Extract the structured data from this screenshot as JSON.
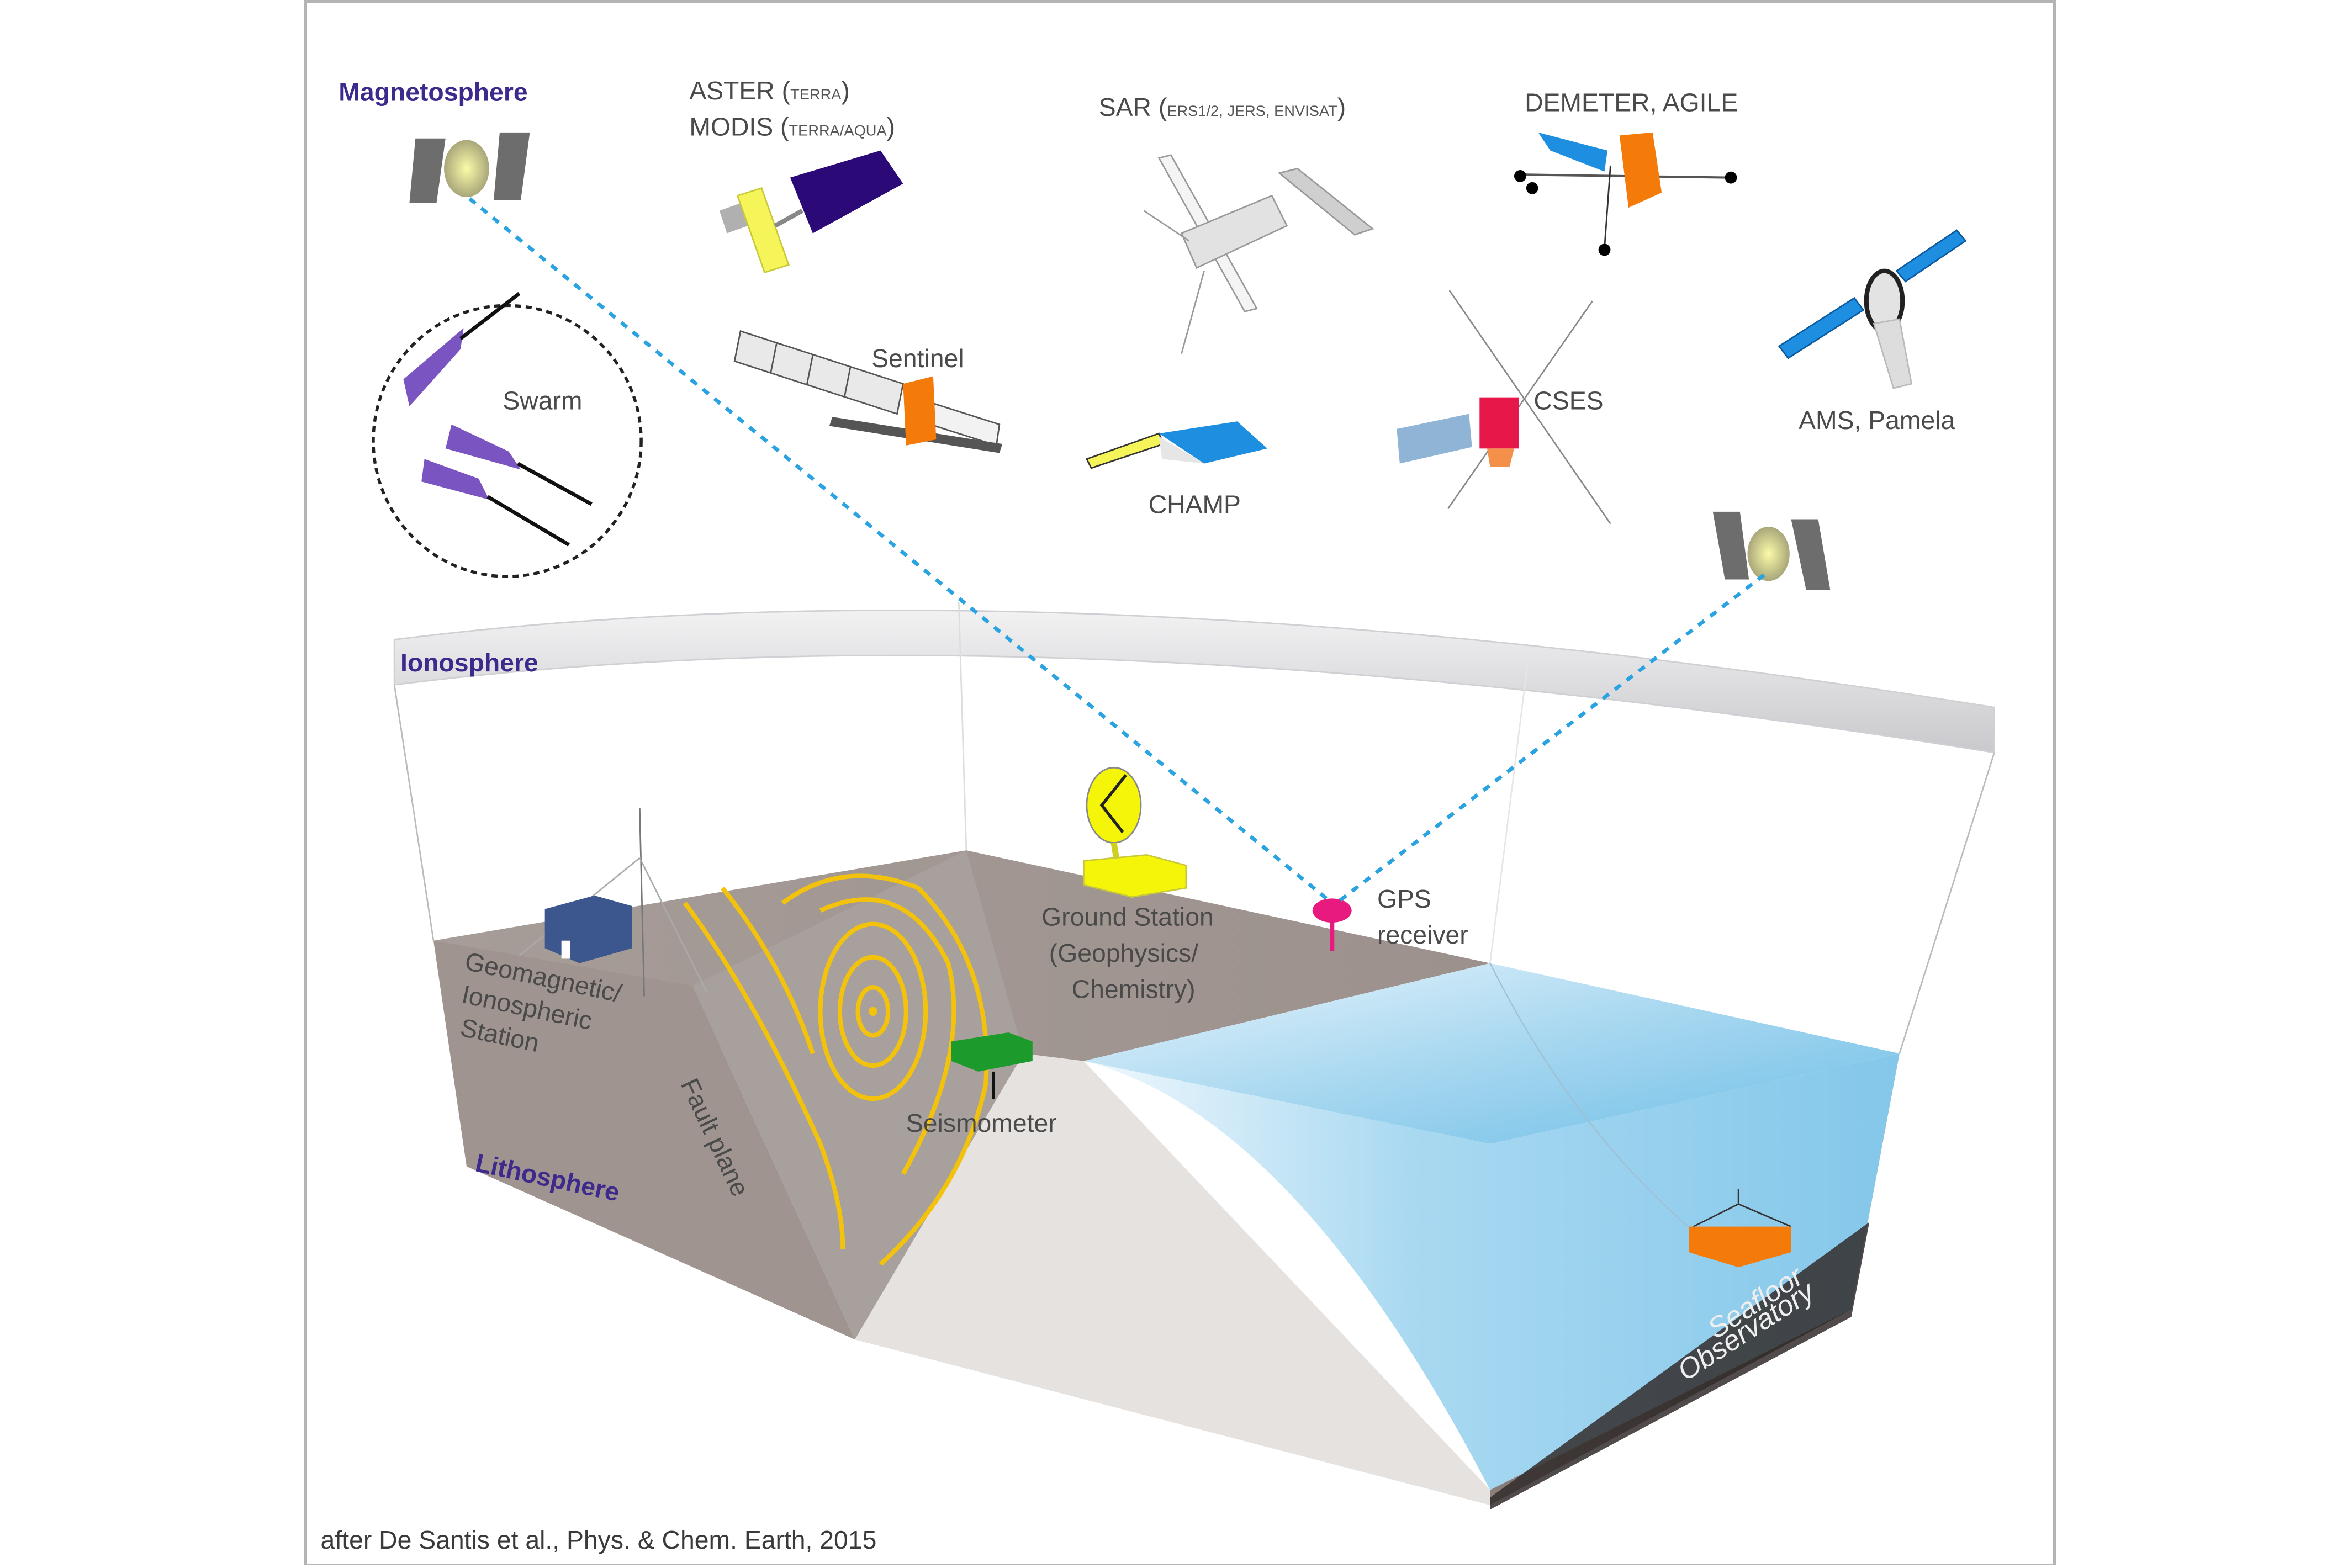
{
  "title": "Multi-layer earthquake precursor observation system",
  "layers": {
    "magnetosphere": "Magnetosphere",
    "ionosphere": "Ionosphere",
    "lithosphere": "Lithosphere"
  },
  "satellites": {
    "aster_main": "ASTER",
    "aster_sub": "TERRA",
    "modis_main": "MODIS",
    "modis_sub": "TERRA/AQUA",
    "sar_main": "SAR",
    "sar_sub": "ERS1/2, JERS, ENVISAT",
    "demeter": "DEMETER, AGILE",
    "swarm": "Swarm",
    "sentinel": "Sentinel",
    "champ": "CHAMP",
    "cses": "CSES",
    "ams": "AMS, Pamela"
  },
  "ground": {
    "geomag_line1": "Geomagnetic/",
    "geomag_line2": "Ionospheric",
    "geomag_line3": "Station",
    "ground_line1": "Ground Station",
    "ground_line2": "(Geophysics/",
    "ground_line3": "Chemistry)",
    "gps_line1": "GPS",
    "gps_line2": "receiver",
    "seismometer": "Seismometer",
    "fault": "Fault plane",
    "seafloor_line1": "Seafloor",
    "seafloor_line2": "Observatory"
  },
  "credit": "after De Santis et al., Phys. & Chem. Earth, 2015",
  "colors": {
    "label_purple": "#3d2a8c",
    "link_blue": "#2aa3e0",
    "rock": "#a39893",
    "sea": "#8ccbea",
    "wave_yellow": "#f2c20c"
  }
}
